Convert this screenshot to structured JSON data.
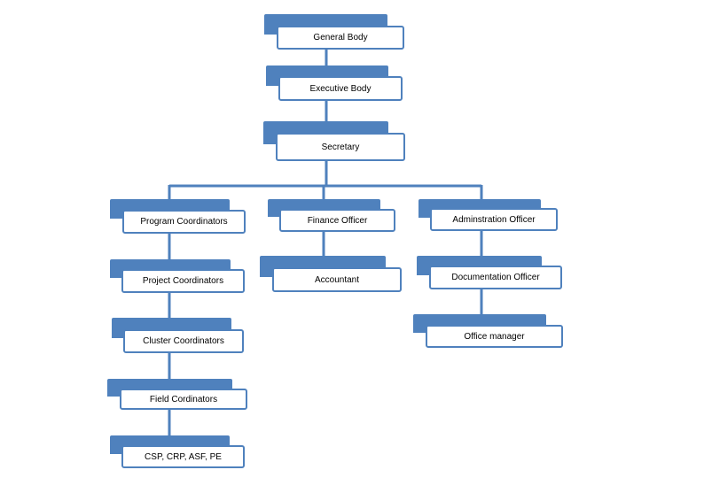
{
  "nodes": [
    {
      "id": "general-body",
      "label": "General Body"
    },
    {
      "id": "executive-body",
      "label": "Executive Body"
    },
    {
      "id": "secretary",
      "label": "Secretary"
    },
    {
      "id": "program-coordinators",
      "label": "Program Coordinators"
    },
    {
      "id": "finance-officer",
      "label": "Finance Officer"
    },
    {
      "id": "administration-officer",
      "label": "Adminstration Officer"
    },
    {
      "id": "project-coordinators",
      "label": "Project Coordinators"
    },
    {
      "id": "accountant",
      "label": "Accountant"
    },
    {
      "id": "documentation-officer",
      "label": "Documentation Officer"
    },
    {
      "id": "cluster-coordinators",
      "label": "Cluster Coordinators"
    },
    {
      "id": "office-manager",
      "label": "Office manager"
    },
    {
      "id": "field-coordinators",
      "label": "Field Cordinators"
    },
    {
      "id": "csp-crp-asf-pe",
      "label": "CSP, CRP, ASF, PE"
    }
  ],
  "edges": [
    [
      "general-body",
      "executive-body"
    ],
    [
      "executive-body",
      "secretary"
    ],
    [
      "secretary",
      "program-coordinators"
    ],
    [
      "secretary",
      "finance-officer"
    ],
    [
      "secretary",
      "administration-officer"
    ],
    [
      "program-coordinators",
      "project-coordinators"
    ],
    [
      "project-coordinators",
      "cluster-coordinators"
    ],
    [
      "cluster-coordinators",
      "field-coordinators"
    ],
    [
      "field-coordinators",
      "csp-crp-asf-pe"
    ],
    [
      "finance-officer",
      "accountant"
    ],
    [
      "administration-officer",
      "documentation-officer"
    ],
    [
      "documentation-officer",
      "office-manager"
    ]
  ],
  "colors": {
    "accent": "#4f81bd",
    "connector": "#4f81bd"
  }
}
